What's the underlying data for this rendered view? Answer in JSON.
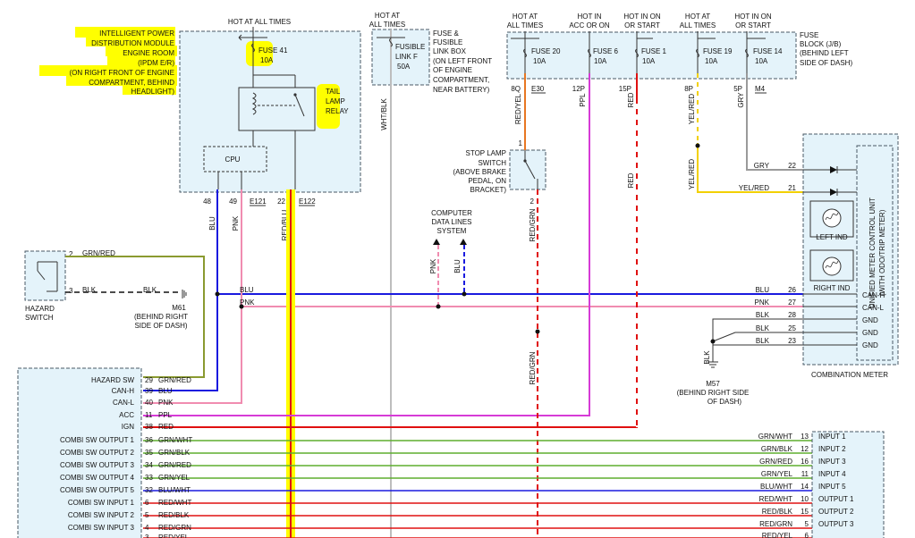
{
  "ipdm": {
    "title_lines": [
      "INTELLIGENT POWER",
      "DISTRIBUTION MODULE",
      "ENGINE ROOM",
      "(IPDM E/R)",
      "(ON RIGHT FRONT OF ENGINE",
      "COMPARTMENT, BEHIND",
      "HEADLIGHT)"
    ],
    "hot_label": "HOT AT ALL TIMES",
    "fuse_label": "FUSE 41",
    "fuse_amp": "10A",
    "relay_label_lines": [
      "TAIL",
      "LAMP",
      "RELAY"
    ],
    "cpu_label": "CPU",
    "pins": [
      "48",
      "49",
      "22"
    ],
    "connectors": [
      "E121",
      "E122"
    ],
    "wire_labels": [
      "BLU",
      "PNK",
      "RED/BLU"
    ]
  },
  "fusible_link": {
    "hot_lines": [
      "HOT AT",
      "ALL TIMES"
    ],
    "label_lines": [
      "FUSIBLE",
      "LINK F",
      "50A"
    ],
    "box_lines": [
      "FUSE &",
      "FUSIBLE",
      "LINK BOX",
      "(ON LEFT FRONT",
      "OF ENGINE",
      "COMPARTMENT,",
      "NEAR BATTERY)"
    ],
    "wire_label": "WHT/BLK"
  },
  "fuse_block": {
    "hot_headers": [
      [
        "HOT AT",
        "ALL TIMES"
      ],
      [
        "HOT IN",
        "ACC OR ON"
      ],
      [
        "HOT IN ON",
        "OR START"
      ],
      [
        "HOT AT",
        "ALL TIMES"
      ],
      [
        "HOT IN ON",
        "OR START"
      ]
    ],
    "fuses": [
      {
        "name": "FUSE 20",
        "amp": "10A"
      },
      {
        "name": "FUSE 6",
        "amp": "10A"
      },
      {
        "name": "FUSE 1",
        "amp": "10A"
      },
      {
        "name": "FUSE 19",
        "amp": "10A"
      },
      {
        "name": "FUSE 14",
        "amp": "10A"
      }
    ],
    "label_lines": [
      "FUSE",
      "BLOCK (J/B)",
      "(BEHIND LEFT",
      "SIDE OF DASH)"
    ],
    "pins": [
      "8Q",
      "12P",
      "15P",
      "8P",
      "5P"
    ],
    "connectors": [
      "E30",
      "M4"
    ],
    "wire_labels": [
      "RED/YEL",
      "PPL",
      "RED",
      "YEL/RED",
      "GRY"
    ]
  },
  "stop_lamp": {
    "label_lines": [
      "STOP LAMP",
      "SWITCH",
      "(ABOVE BRAKE",
      "PEDAL, ON",
      "BRACKET)"
    ],
    "pin_top": "1",
    "pin_bottom": "2",
    "wire_label": "RED/GRN"
  },
  "data_lines": {
    "label_lines": [
      "COMPUTER",
      "DATA LINES",
      "SYSTEM"
    ],
    "wire_labels": [
      "PNK",
      "BLU"
    ]
  },
  "hazard": {
    "label_lines": [
      "HAZARD",
      "SWITCH"
    ],
    "pins": [
      "2",
      "3"
    ],
    "wire_labels": [
      "GRN/RED",
      "BLK",
      "BLK"
    ],
    "ground_lines": [
      "M61",
      "(BEHIND RIGHT",
      "SIDE OF DASH)"
    ]
  },
  "main_bus": {
    "blu_label": "BLU",
    "pnk_label": "PNK"
  },
  "combo_meter": {
    "title": "COMBINATION METER",
    "unit_lines": [
      "UNIFIED METER CONTROL UNIT",
      "(WITH ODO/TRIP METER)"
    ],
    "left_ind": "LEFT IND",
    "right_ind": "RIGHT IND",
    "pins": [
      {
        "pin": "22",
        "wire": "GRY",
        "label": ""
      },
      {
        "pin": "21",
        "wire": "YEL/RED",
        "label": ""
      },
      {
        "pin": "26",
        "wire": "BLU",
        "label": "CAN-H"
      },
      {
        "pin": "27",
        "wire": "PNK",
        "label": "CAN-L"
      },
      {
        "pin": "28",
        "wire": "BLK",
        "label": "GND"
      },
      {
        "pin": "25",
        "wire": "BLK",
        "label": "GND"
      },
      {
        "pin": "23",
        "wire": "BLK",
        "label": "GND"
      }
    ],
    "ground_lines": [
      "M57",
      "(BEHIND RIGHT SIDE",
      "OF DASH)"
    ],
    "ground_wire": "BLK"
  },
  "left_module": {
    "rows": [
      {
        "name": "HAZARD SW",
        "pin": "29",
        "wire": "GRN/RED"
      },
      {
        "name": "CAN-H",
        "pin": "39",
        "wire": "BLU"
      },
      {
        "name": "CAN-L",
        "pin": "40",
        "wire": "PNK"
      },
      {
        "name": "ACC",
        "pin": "11",
        "wire": "PPL"
      },
      {
        "name": "IGN",
        "pin": "38",
        "wire": "RED"
      },
      {
        "name": "COMBI SW OUTPUT 1",
        "pin": "36",
        "wire": "GRN/WHT"
      },
      {
        "name": "COMBI SW OUTPUT 2",
        "pin": "35",
        "wire": "GRN/BLK"
      },
      {
        "name": "COMBI SW OUTPUT 3",
        "pin": "34",
        "wire": "GRN/RED"
      },
      {
        "name": "COMBI SW OUTPUT 4",
        "pin": "33",
        "wire": "GRN/YEL"
      },
      {
        "name": "COMBI SW OUTPUT 5",
        "pin": "32",
        "wire": "BLU/WHT"
      },
      {
        "name": "COMBI SW INPUT 1",
        "pin": "6",
        "wire": "RED/WHT"
      },
      {
        "name": "COMBI SW INPUT 2",
        "pin": "5",
        "wire": "RED/BLK"
      },
      {
        "name": "COMBI SW INPUT 3",
        "pin": "4",
        "wire": "RED/GRN"
      },
      {
        "name": "",
        "pin": "3",
        "wire": "RED/YEL"
      }
    ]
  },
  "combi_switch": {
    "rows": [
      {
        "wire": "GRN/WHT",
        "pin": "13",
        "name": "INPUT 1"
      },
      {
        "wire": "GRN/BLK",
        "pin": "12",
        "name": "INPUT 2"
      },
      {
        "wire": "GRN/RED",
        "pin": "16",
        "name": "INPUT 3"
      },
      {
        "wire": "GRN/YEL",
        "pin": "11",
        "name": "INPUT 4"
      },
      {
        "wire": "BLU/WHT",
        "pin": "14",
        "name": "INPUT 5"
      },
      {
        "wire": "RED/WHT",
        "pin": "10",
        "name": "OUTPUT 1"
      },
      {
        "wire": "RED/BLK",
        "pin": "15",
        "name": "OUTPUT 2"
      },
      {
        "wire": "RED/GRN",
        "pin": "5",
        "name": "OUTPUT 3"
      },
      {
        "wire": "RED/YEL",
        "pin": "6",
        "name": ""
      }
    ]
  },
  "colors": {
    "blu": "#1a1adf",
    "pnk": "#f08cb0",
    "ppl": "#d63bd6",
    "red": "#e01010",
    "grn": "#5fae2f",
    "yel": "#f2d000",
    "gry": "#9a9a9a",
    "blk": "#111111",
    "orange": "#e87722",
    "olive": "#8a9a30",
    "highlight": "#ffff00"
  }
}
